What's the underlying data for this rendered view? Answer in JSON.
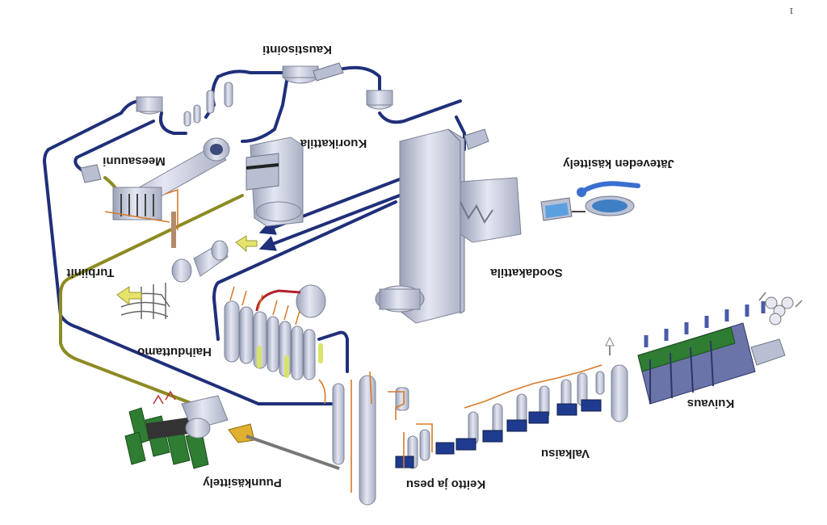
{
  "labels": {
    "kaustisointi": "Kaustisointi",
    "kuorikattila": "Kuorikattila",
    "meesauuni": "Meesauuni",
    "jateveden_kasittely": "Jäteveden käsittely",
    "turbiinit": "Turbiinit",
    "soodakattila": "Soodakattila",
    "haihduttamo": "Haihduttamo",
    "kuivaus": "Kuivaus",
    "valkaisu": "Valkaisu",
    "keitto_ja_pesu": "Keitto ja pesu",
    "puunkasittely": "Puunkäsittely"
  },
  "page_mark": "1",
  "colors": {
    "liquor_line": "#1f2f7a",
    "steam_line": "#8c8a22",
    "pipe_line": "#d77a2a",
    "equipment": "#c7cce0"
  }
}
